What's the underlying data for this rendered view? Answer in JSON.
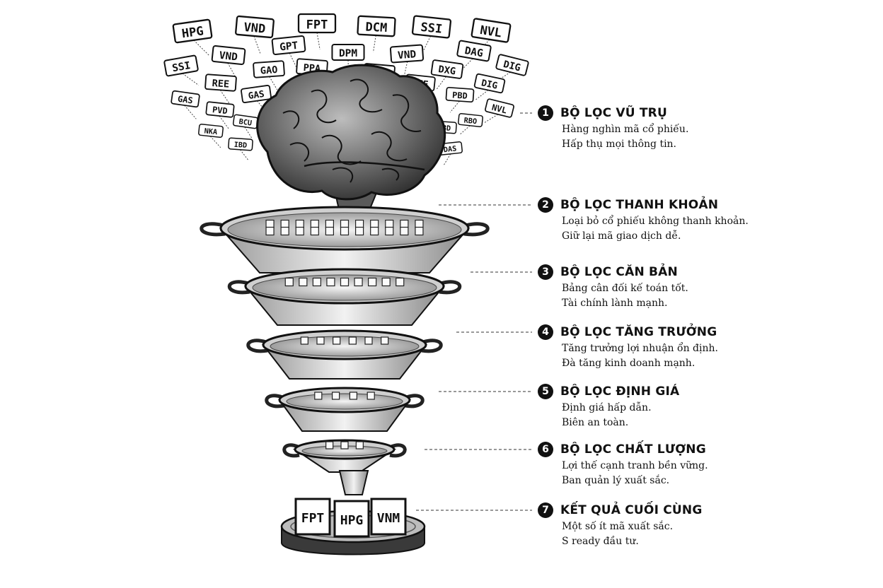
{
  "tags": [
    {
      "text": "HPG"
    },
    {
      "text": "VND"
    },
    {
      "text": "FPT"
    },
    {
      "text": "DCM"
    },
    {
      "text": "SSI"
    },
    {
      "text": "NVL"
    },
    {
      "text": "GPT"
    },
    {
      "text": "DPM"
    },
    {
      "text": "VND"
    },
    {
      "text": "DAG"
    },
    {
      "text": "SSI"
    },
    {
      "text": "VND"
    },
    {
      "text": "GAO"
    },
    {
      "text": "PPA"
    },
    {
      "text": "GAS"
    },
    {
      "text": "DXG"
    },
    {
      "text": "DIG"
    },
    {
      "text": "REE"
    },
    {
      "text": "GAS"
    },
    {
      "text": "PEE"
    },
    {
      "text": "DIG"
    },
    {
      "text": "GAS"
    },
    {
      "text": "PVD"
    },
    {
      "text": "PBD"
    },
    {
      "text": "NVL"
    },
    {
      "text": "BCU"
    },
    {
      "text": "RBO"
    },
    {
      "text": "NKA"
    },
    {
      "text": "IBD"
    },
    {
      "text": "DBD"
    },
    {
      "text": "DAS"
    }
  ],
  "result_tags": [
    "FPT",
    "HPG",
    "VNM"
  ],
  "steps": [
    {
      "num": "1",
      "title": "BỘ LỌC VŨ TRỤ",
      "lines": [
        "Hàng nghìn mã cổ phiếu.",
        "Hấp thụ mọi thông tin."
      ]
    },
    {
      "num": "2",
      "title": "BỘ LỌC THANH KHOẢN",
      "lines": [
        "Loại bỏ cổ phiếu không thanh khoản.",
        "Giữ lại mã giao dịch dễ."
      ]
    },
    {
      "num": "3",
      "title": "BỘ LỌC CĂN BẢN",
      "lines": [
        "Bảng cân đối kế toán tốt.",
        "Tài chính lành mạnh."
      ]
    },
    {
      "num": "4",
      "title": "BỘ LỌC TĂNG TRƯỞNG",
      "lines": [
        "Tăng trưởng lợi nhuận ổn định.",
        "Đà tăng kinh doanh mạnh."
      ]
    },
    {
      "num": "5",
      "title": "BỘ LỌC ĐỊNH GIÁ",
      "lines": [
        "Định giá hấp dẫn.",
        "Biên an toàn."
      ]
    },
    {
      "num": "6",
      "title": "BỘ LỌC CHẤT LƯỢNG",
      "lines": [
        "Lợi thế cạnh tranh bền vững.",
        "Ban quản lý xuất sắc."
      ]
    },
    {
      "num": "7",
      "title": "KẾT QUẢ CUỐI CÙNG",
      "lines": [
        "Một số ít mã xuất sắc.",
        "S ready đầu tư."
      ]
    }
  ]
}
